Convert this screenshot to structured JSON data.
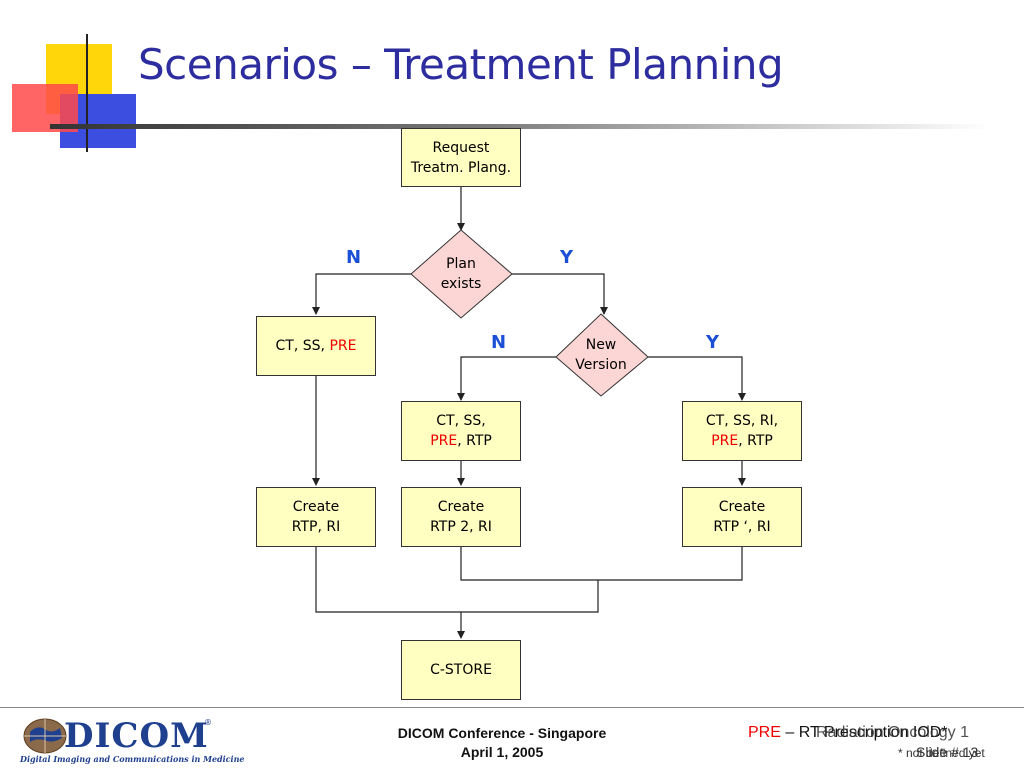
{
  "title": "Scenarios – Treatment Planning",
  "colors": {
    "title": "#2d2d9f",
    "box_fill": "#ffffc2",
    "decision_fill": "#fcd5d5",
    "yn_label": "#1a4fd6",
    "highlight": "#ee0000",
    "deco_yellow": "#ffd60a",
    "deco_blue": "#3c4ee0",
    "deco_red": "#ff4040"
  },
  "flow": {
    "request": {
      "line1": "Request",
      "line2": "Treatm. Plang."
    },
    "plan_exists": {
      "line1": "Plan",
      "line2": "exists",
      "no_label": "N",
      "yes_label": "Y"
    },
    "new_version": {
      "line1": "New",
      "line2": "Version",
      "no_label": "N",
      "yes_label": "Y"
    },
    "left_box": {
      "text": "CT, SS, ",
      "highlight": "PRE"
    },
    "mid_box": {
      "line1": "CT, SS,",
      "highlight": "PRE",
      "line2_rest": ", RTP"
    },
    "right_box": {
      "line1": "CT, SS, RI,",
      "highlight": "PRE",
      "line2_rest": ", RTP"
    },
    "create_left": {
      "line1": "Create",
      "line2": "RTP, RI"
    },
    "create_mid": {
      "line1": "Create",
      "line2": "RTP 2, RI"
    },
    "create_right": {
      "line1": "Create",
      "line2": "RTP ‘, RI"
    },
    "store": {
      "text": "C-STORE"
    }
  },
  "footer": {
    "conference": "DICOM Conference - Singapore",
    "date": "April 1, 2005",
    "legend_abbr": "PRE",
    "legend_text": " – RT Prescription IOD*",
    "overlay_text": "Radiation Oncology 1",
    "note": "* not defined yet",
    "slide": "Slide # 13",
    "logo_word": "DICOM",
    "logo_reg": "®",
    "logo_sub": "Digital Imaging and Communications in Medicine"
  }
}
